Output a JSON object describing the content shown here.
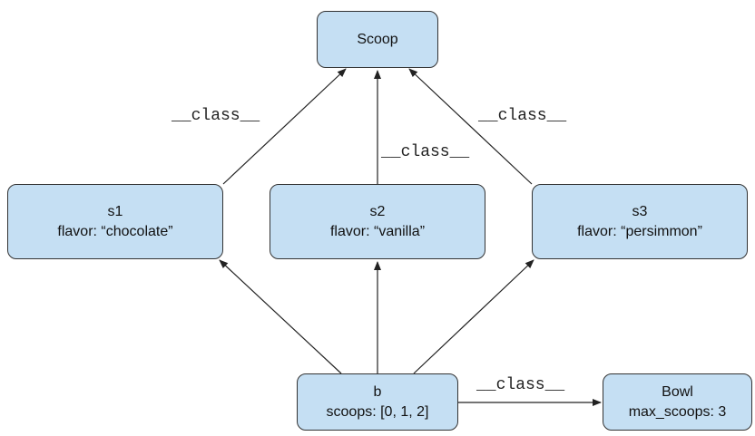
{
  "nodes": {
    "scoop": {
      "title": "Scoop"
    },
    "s1": {
      "title": "s1",
      "detail": "flavor: “chocolate”"
    },
    "s2": {
      "title": "s2",
      "detail": "flavor: “vanilla”"
    },
    "s3": {
      "title": "s3",
      "detail": "flavor: “persimmon”"
    },
    "b": {
      "title": "b",
      "detail": "scoops: [0, 1, 2]"
    },
    "bowl": {
      "title": "Bowl",
      "detail": "max_scoops: 3"
    }
  },
  "edge_labels": {
    "s1_to_scoop": "__class__",
    "s2_to_scoop": "__class__",
    "s3_to_scoop": "__class__",
    "b_to_bowl": "__class__"
  },
  "colors": {
    "box_fill": "#c5dff3",
    "box_border": "#333333",
    "arrow": "#222222"
  }
}
